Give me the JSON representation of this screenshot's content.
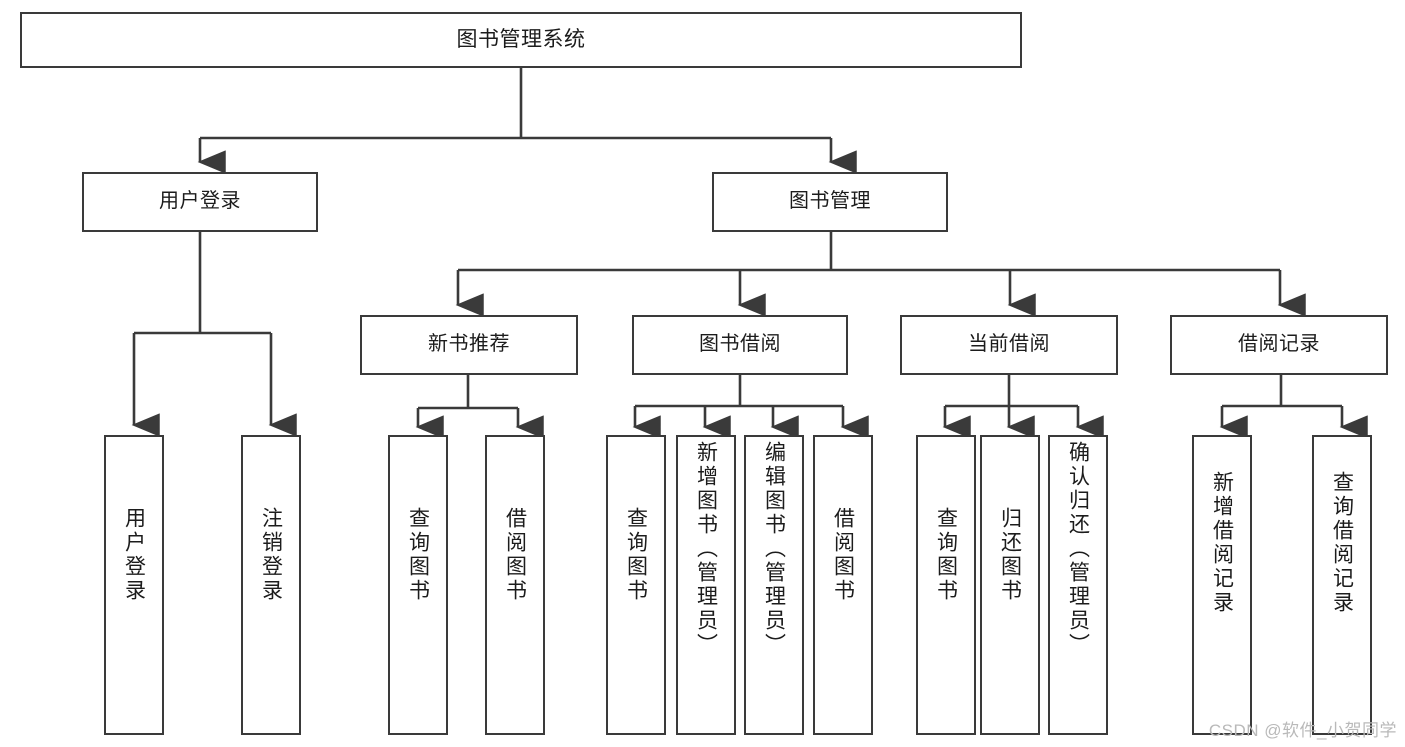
{
  "diagram": {
    "title": "图书管理系统",
    "watermark": "CSDN @软件_小贺同学",
    "colors": {
      "box_border": "#3a3a3a",
      "box_fill": "#ffffff",
      "connector": "#3a3a3a",
      "text": "#1c1c1c",
      "watermark": "#b9b9b9",
      "background": "#ffffff"
    },
    "levels": {
      "root": {
        "label": "图书管理系统"
      },
      "level2": [
        {
          "label": "用户登录"
        },
        {
          "label": "图书管理"
        }
      ],
      "level3": [
        {
          "label": "新书推荐"
        },
        {
          "label": "图书借阅"
        },
        {
          "label": "当前借阅"
        },
        {
          "label": "借阅记录"
        }
      ],
      "leaves": {
        "user_login": [
          {
            "label": "用户登录"
          },
          {
            "label": "注销登录"
          }
        ],
        "new_book_recommend": [
          {
            "label": "查询图书"
          },
          {
            "label": "借阅图书"
          }
        ],
        "book_borrow": [
          {
            "label": "查询图书"
          },
          {
            "label": "新增图书（管理员）"
          },
          {
            "label": "编辑图书（管理员）"
          },
          {
            "label": "借阅图书"
          }
        ],
        "current_borrow": [
          {
            "label": "查询图书"
          },
          {
            "label": "归还图书"
          },
          {
            "label": "确认归还（管理员）"
          }
        ],
        "borrow_record": [
          {
            "label": "新增借阅记录"
          },
          {
            "label": "查询借阅记录"
          }
        ]
      }
    }
  }
}
